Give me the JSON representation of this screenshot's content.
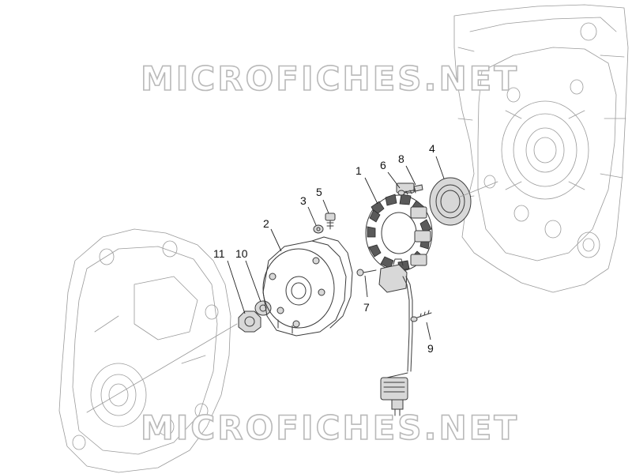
{
  "watermarks": {
    "top": "MICROFICHES.NET",
    "bottom": "MICROFICHES.NET"
  },
  "callouts": [
    {
      "id": "c1",
      "label": "1"
    },
    {
      "id": "c2",
      "label": "2"
    },
    {
      "id": "c3",
      "label": "3"
    },
    {
      "id": "c4",
      "label": "4"
    },
    {
      "id": "c5",
      "label": "5"
    },
    {
      "id": "c6",
      "label": "6"
    },
    {
      "id": "c7",
      "label": "7"
    },
    {
      "id": "c8",
      "label": "8"
    },
    {
      "id": "c9",
      "label": "9"
    },
    {
      "id": "c10",
      "label": "10"
    },
    {
      "id": "c11",
      "label": "11"
    }
  ],
  "colors": {
    "line": "#3a3a3a",
    "light_line": "#9a9a9a",
    "watermark_outline": "#b9b9b9",
    "background": "#ffffff"
  }
}
